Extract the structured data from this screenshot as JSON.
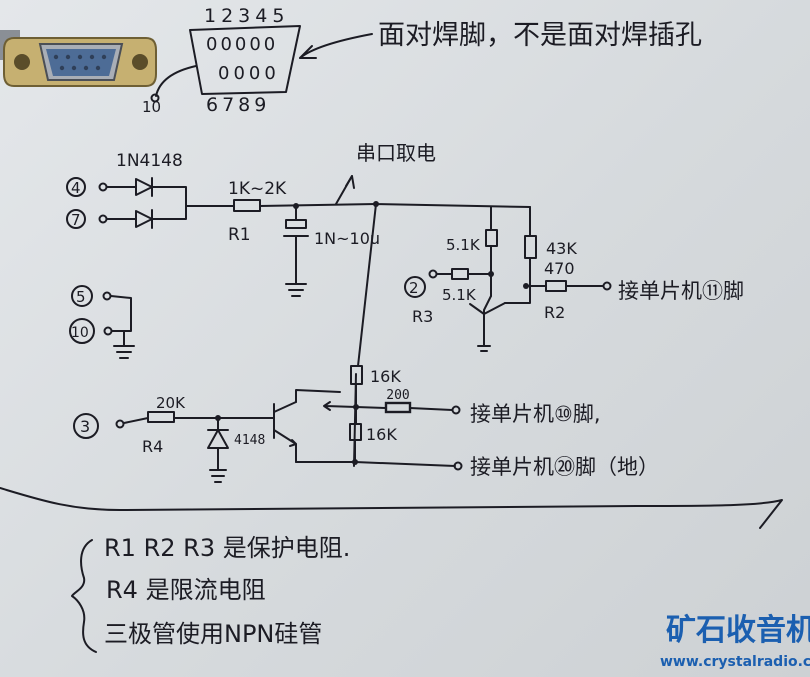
{
  "connector": {
    "top_pins": "12345",
    "pin_holes_top": "00000",
    "pin_holes_bottom": "0000",
    "bottom_pins": "6789",
    "shell_label": "10",
    "note": "面对焊脚，不是面对焊插孔"
  },
  "diode_input": {
    "pin_a": "4",
    "pin_b": "7",
    "diode_label": "1N4148"
  },
  "r1": {
    "value": "1K~2K",
    "name": "R1"
  },
  "capacitor": {
    "value": "1N~10u"
  },
  "power_note": "串口取电",
  "ground_pins": {
    "pin_a": "5",
    "pin_b": "10"
  },
  "q_upper": {
    "pin": "2",
    "r_base": "5.1K",
    "r_top": "5.1K",
    "r_name": "R3",
    "r_collector": "43K",
    "r_out": "470",
    "r_out_name": "R2",
    "out_label": "接单片机⑪脚"
  },
  "q_lower": {
    "pin": "3",
    "r_in": "20K",
    "r_in_name": "R4",
    "diode": "4148",
    "r_up": "16K",
    "r_series": "200",
    "r_down": "16K",
    "out_label_1": "接单片机⑩脚,",
    "out_label_2": "接单片机⑳脚（地）"
  },
  "notes": [
    "R1 R2 R3 是保护电阻.",
    "R4 是限流电阻",
    "三极管使用NPN硅管"
  ],
  "watermark": {
    "title": "矿石收音机",
    "url": "www.crystalradio.cn"
  },
  "colors": {
    "ink": "#1c1c24",
    "paper": "#dcdfe2",
    "watermark": "#1b5fb0",
    "connector_metal": "#b9a46a"
  }
}
